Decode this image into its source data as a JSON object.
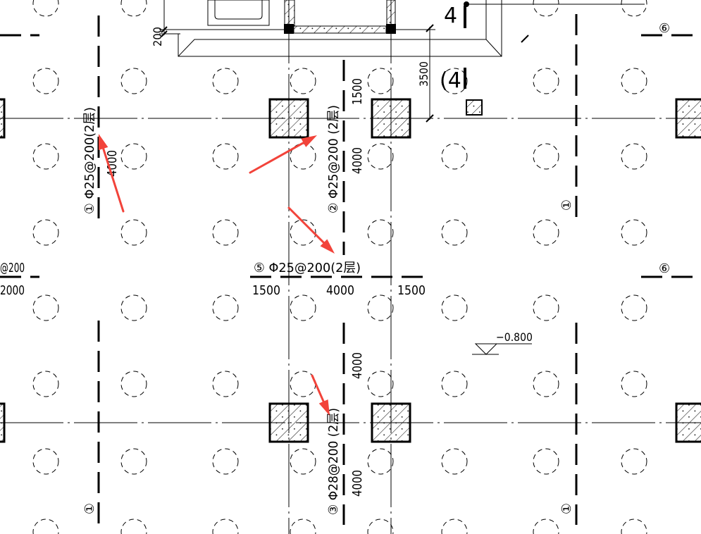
{
  "annotation_color": "#f2433a",
  "top_detail": {
    "dim_200": "200",
    "dim_3500": "3500",
    "mark_4_top": "4",
    "mark_4_mid": "(4"
  },
  "rebar_labels": {
    "left_vertical": "① Φ25@200(2层)",
    "center_vertical_upper": "② Φ25@200 (2层)",
    "center_horizontal": "⑤ Φ25@200(2层)",
    "center_vertical_lower": "③ Φ28@200 (2层)",
    "left_edge_horizontal": "@200"
  },
  "band_marks": {
    "six_top_right": "⑥",
    "six_mid_right": "⑥",
    "one_right_upper": "①",
    "one_left_lower": "①",
    "one_right_lower": "①"
  },
  "dimensions": {
    "v_1500_upper": "1500",
    "v_4000_upper": "4000",
    "v_4000_left": "4000",
    "h_2000_left_edge": "2000",
    "h_1500_left": "1500",
    "h_4000_center": "4000",
    "h_1500_right": "1500",
    "v_4000_lower_a": "4000",
    "v_4000_lower_b": "4000"
  },
  "elevation": {
    "value": "−0.800"
  }
}
